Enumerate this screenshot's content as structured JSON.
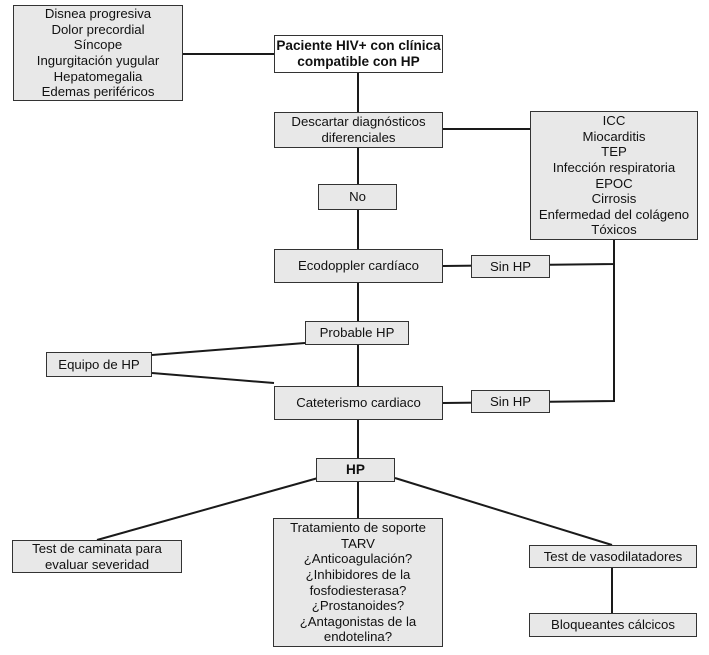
{
  "boxes": {
    "symptoms": {
      "lines": [
        "Disnea progresiva",
        "Dolor precordial",
        "Síncope",
        "Ingurgitación yugular",
        "Hepatomegalia",
        "Edemas periféricos"
      ]
    },
    "start": {
      "lines": [
        "Paciente HIV+ con clínica",
        "compatible con HP"
      ]
    },
    "rule_out": {
      "lines": [
        "Descartar diagnósticos",
        "diferenciales"
      ]
    },
    "differentials": {
      "lines": [
        "ICC",
        "Miocarditis",
        "TEP",
        "Infección respiratoria",
        "EPOC",
        "Cirrosis",
        "Enfermedad del colágeno",
        "Tóxicos"
      ]
    },
    "no": {
      "lines": [
        "No"
      ]
    },
    "echo": {
      "lines": [
        "Ecodoppler cardíaco"
      ]
    },
    "no_hp_1": {
      "lines": [
        "Sin HP"
      ]
    },
    "probable_hp": {
      "lines": [
        "Probable HP"
      ]
    },
    "hp_team": {
      "lines": [
        "Equipo de HP"
      ]
    },
    "cath": {
      "lines": [
        "Cateterismo cardiaco"
      ]
    },
    "no_hp_2": {
      "lines": [
        "Sin HP"
      ]
    },
    "hp": {
      "lines": [
        "HP"
      ]
    },
    "walk_test": {
      "lines": [
        "Test de caminata para",
        "evaluar severidad"
      ]
    },
    "treatment": {
      "lines": [
        "Tratamiento de soporte",
        "TARV",
        "¿Anticoagulación?",
        "¿Inhibidores de la",
        "fosfodiesterasa?",
        "¿Prostanoides?",
        "¿Antagonistas de la",
        "endotelina?"
      ]
    },
    "vaso_test": {
      "lines": [
        "Test de vasodilatadores"
      ]
    },
    "ccb": {
      "lines": [
        "Bloqueantes cálcicos"
      ]
    }
  },
  "colors": {
    "box_fill": "#e8e8e8",
    "line": "#1a1a1a",
    "border": "#333333"
  }
}
